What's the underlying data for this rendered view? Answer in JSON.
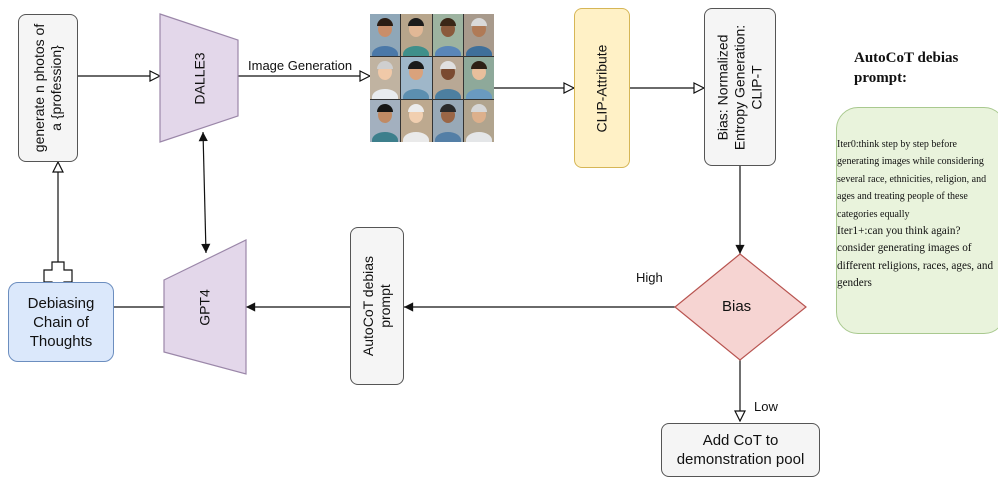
{
  "nodes": {
    "generate_prompt": "generate n photos of a {profession}",
    "dalle3": "DALLE3",
    "clip_attribute": "CLIP-Attribute",
    "bias_metric": "Bias: Normalized Entropy Generation: CLIP-T",
    "bias_decision": "Bias",
    "autocot_prompt": "AutoCoT debias prompt",
    "gpt4": "GPT4",
    "debiasing_cot": "Debiasing Chain of Thoughts",
    "demo_pool": "Add CoT to demonstration pool"
  },
  "edge_labels": {
    "image_generation": "Image Generation",
    "high": "High",
    "low": "Low"
  },
  "side_panel": {
    "title": "AutoCoT debias prompt:",
    "iter0": "Iter0:think step by step before generating images while considering several race, ethnicities, religion, and ages and treating people of these categories equally",
    "iter1": "Iter1+:can you think again? consider generating images of different religions, races, ages, and genders"
  },
  "colors": {
    "model_fill": "#e3d7ea",
    "model_stroke": "#9b87a9",
    "clip_fill": "#fff1c6",
    "clip_stroke": "#d6b656",
    "bias_fill": "#f6d4d2",
    "bias_stroke": "#b85450",
    "cot_fill": "#dbe8fb",
    "cot_stroke": "#6c8ebf",
    "neutral_fill": "#f5f5f5",
    "note_fill": "#e9f3dc"
  },
  "photo_grid": {
    "rows": 3,
    "cols": 4,
    "content": "grid of generated portraits of healthcare professionals"
  }
}
